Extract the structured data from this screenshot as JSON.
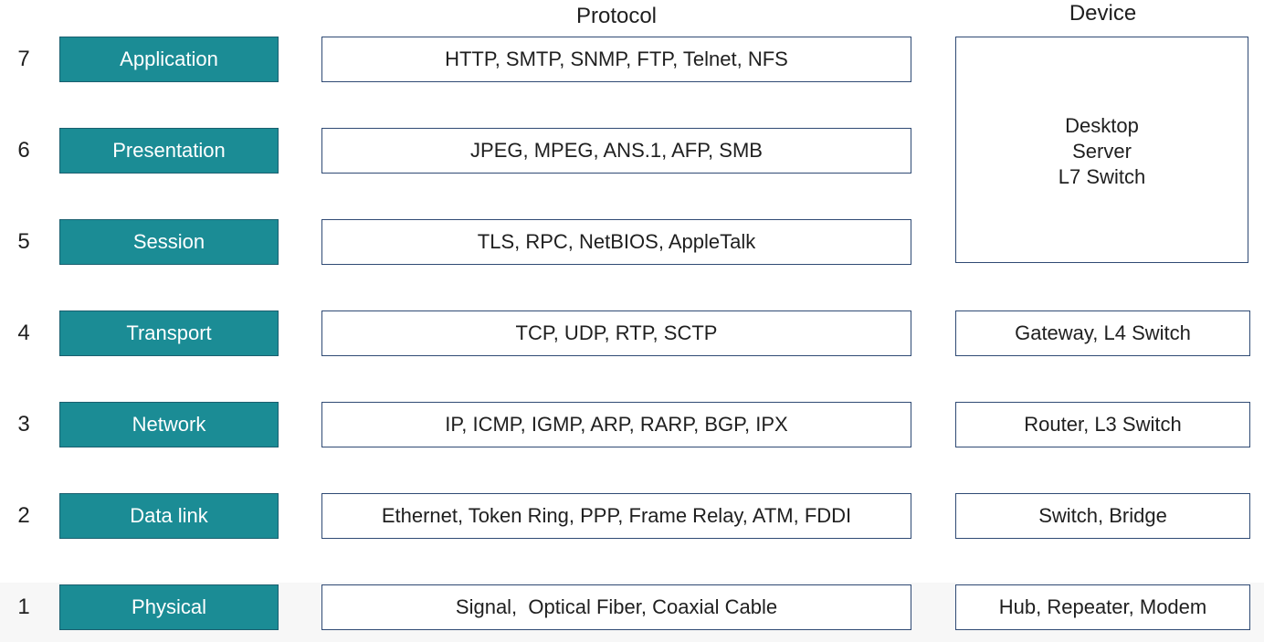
{
  "headers": {
    "protocol": "Protocol",
    "device": "Device"
  },
  "layers": [
    {
      "number": "7",
      "name": "Application",
      "protocols": "HTTP, SMTP, SNMP, FTP, Telnet, NFS"
    },
    {
      "number": "6",
      "name": "Presentation",
      "protocols": "JPEG, MPEG, ANS.1, AFP, SMB"
    },
    {
      "number": "5",
      "name": "Session",
      "protocols": "TLS, RPC, NetBIOS, AppleTalk"
    },
    {
      "number": "4",
      "name": "Transport",
      "protocols": "TCP, UDP, RTP, SCTP"
    },
    {
      "number": "3",
      "name": "Network",
      "protocols": "IP, ICMP, IGMP, ARP, RARP, BGP, IPX"
    },
    {
      "number": "2",
      "name": "Data link",
      "protocols": "Ethernet, Token Ring, PPP, Frame Relay, ATM, FDDI"
    },
    {
      "number": "1",
      "name": "Physical",
      "protocols": "Signal,  Optical Fiber, Coaxial Cable"
    }
  ],
  "devices": {
    "upper": [
      "Desktop",
      "Server",
      "L7 Switch"
    ],
    "transport": "Gateway, L4 Switch",
    "network": "Router, L3 Switch",
    "data_link": "Switch, Bridge",
    "physical": "Hub, Repeater, Modem"
  },
  "colors": {
    "layer_fill": "#1b8c95",
    "layer_border": "#1a5f6f",
    "box_border": "#2f4a74"
  }
}
